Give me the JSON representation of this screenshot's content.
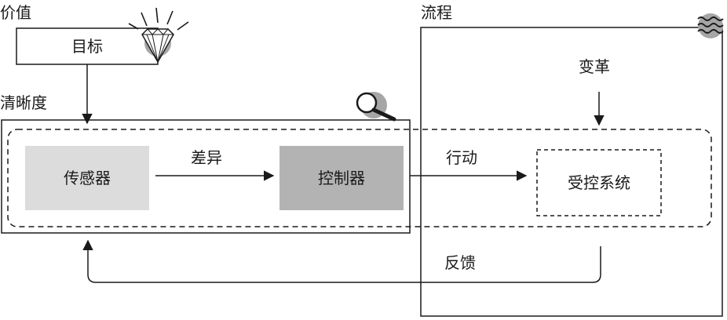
{
  "labels": {
    "value": "价值",
    "goal": "目标",
    "process": "流程",
    "clarity": "清晰度",
    "change": "变革",
    "sensor": "传感器",
    "difference": "差异",
    "controller": "控制器",
    "action": "行动",
    "controlled_system": "受控系统",
    "feedback": "反馈"
  },
  "icons": {
    "diamond": "diamond-icon",
    "magnifier": "magnifier-icon",
    "waves": "waves-icon"
  },
  "colors": {
    "sensor_fill": "#dcdcdc",
    "controller_fill": "#b3b3b3",
    "line": "#1a1a1a",
    "icon_gray": "#a6a6a6"
  }
}
